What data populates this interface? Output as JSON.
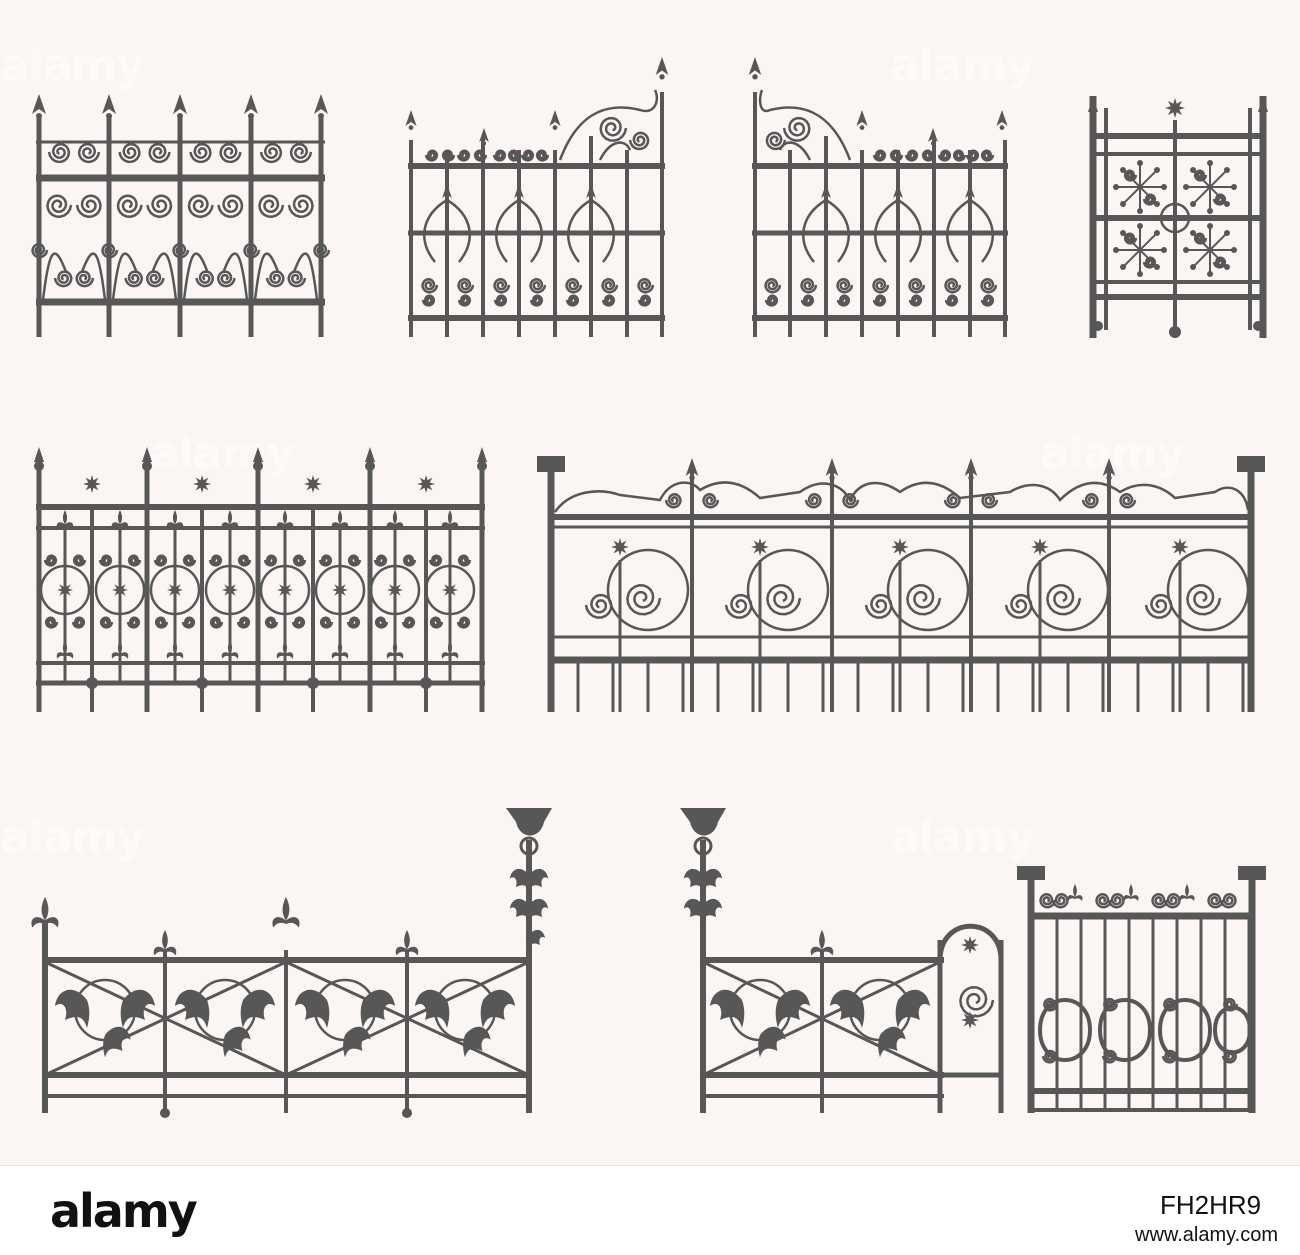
{
  "colors": {
    "iron": "#575757",
    "background": "#fbf6f4",
    "footer_bg": "#ffffff",
    "footer_text": "#111111"
  },
  "watermark": {
    "text": "alamy"
  },
  "footer": {
    "logo": "alamy",
    "image_id": "FH2HR9",
    "url": "www.alamy.com"
  },
  "fences": [
    {
      "name": "fence-scroll-spear"
    },
    {
      "name": "fence-corner-left"
    },
    {
      "name": "fence-corner-right"
    },
    {
      "name": "fence-square-panel"
    },
    {
      "name": "fence-flower-railing"
    },
    {
      "name": "fence-arch-scroll"
    },
    {
      "name": "fence-leaf-post-left"
    },
    {
      "name": "fence-leaf-gate"
    },
    {
      "name": "fence-gate-panel"
    }
  ]
}
